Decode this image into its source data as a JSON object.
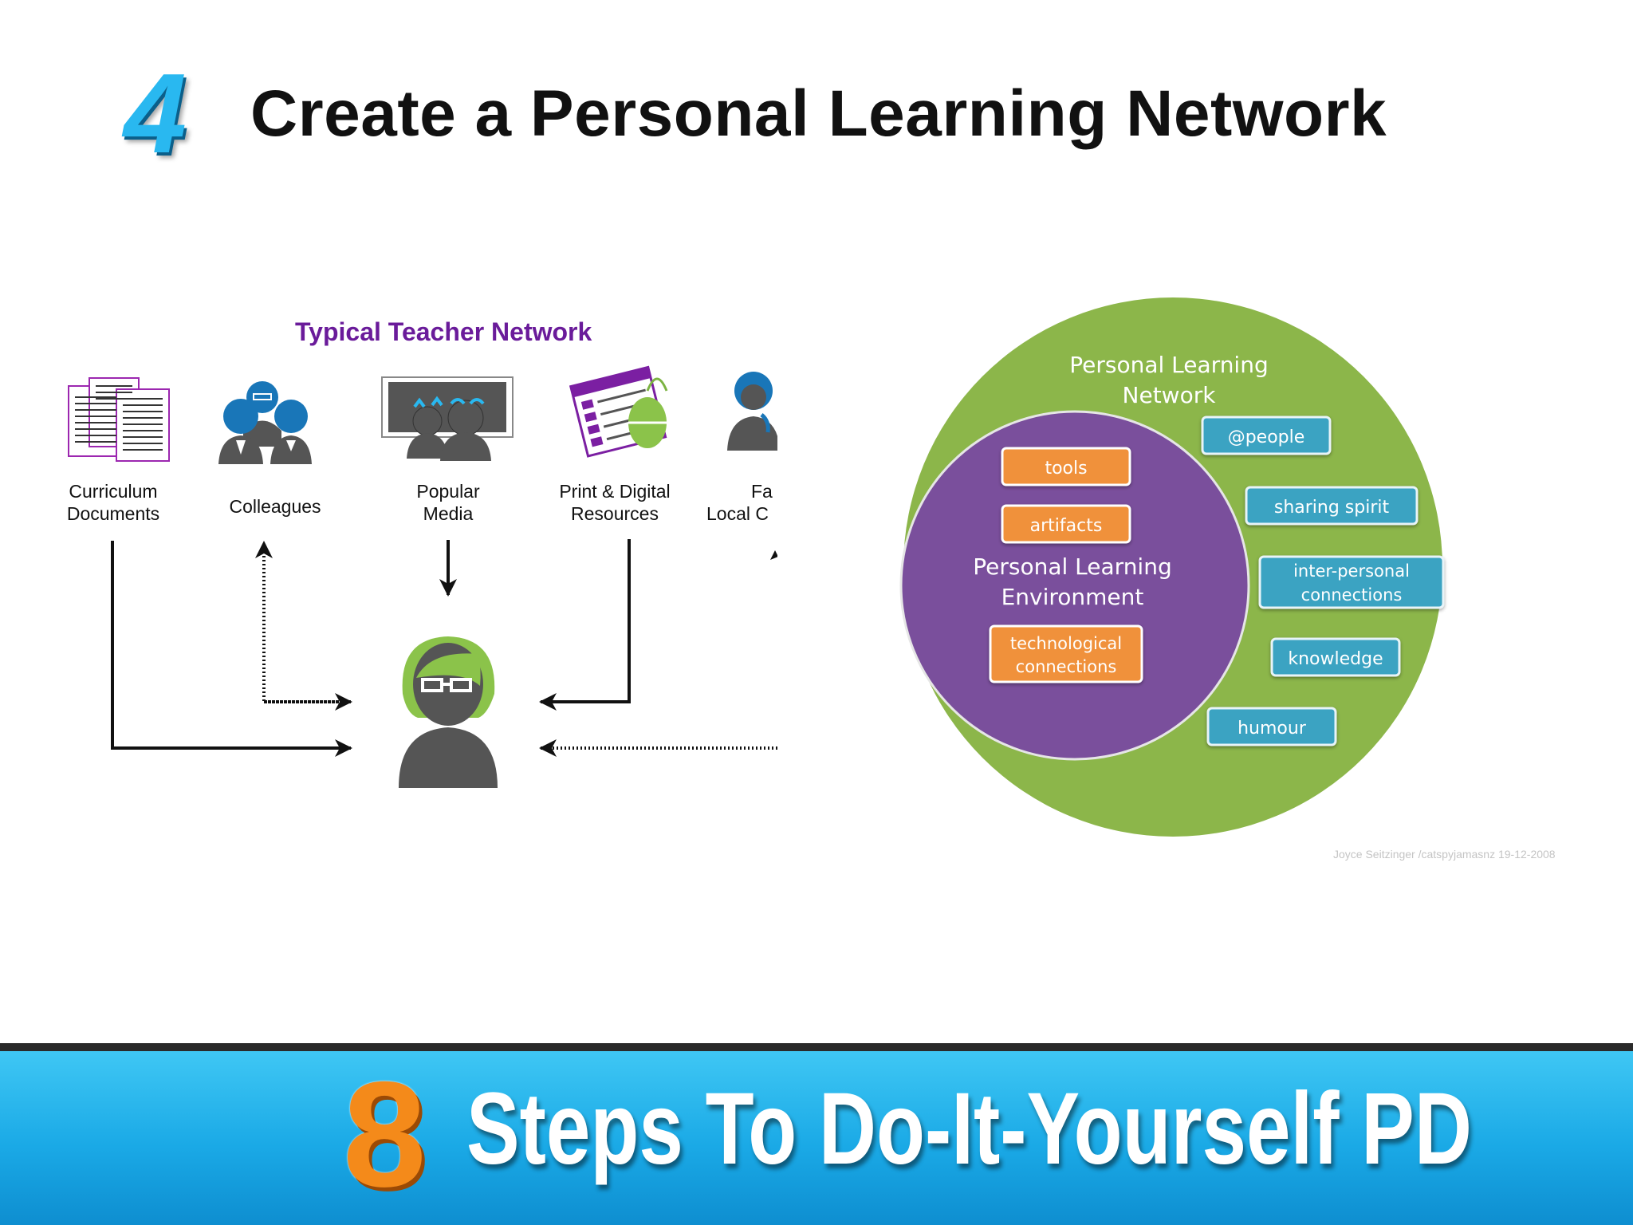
{
  "slide": {
    "step_number": "4",
    "title": "Create a Personal Learning Network"
  },
  "teacher_network": {
    "title": "Typical Teacher Network",
    "nodes": [
      {
        "label_line1": "Curriculum",
        "label_line2": "Documents",
        "icon": "documents-icon"
      },
      {
        "label_line1": "Colleagues",
        "label_line2": "",
        "icon": "colleagues-icon"
      },
      {
        "label_line1": "Popular",
        "label_line2": "Media",
        "icon": "popular-media-icon"
      },
      {
        "label_line1": "Print & Digital",
        "label_line2": "Resources",
        "icon": "print-digital-resources-icon"
      },
      {
        "label_line1": "Fa",
        "label_line2": "Local C",
        "icon": "family-community-icon"
      }
    ],
    "center_icon": "teacher-icon"
  },
  "venn": {
    "outer_label_line1": "Personal Learning",
    "outer_label_line2": "Network",
    "inner_label_line1": "Personal Learning",
    "inner_label_line2": "Environment",
    "inner_tags": [
      {
        "line1": "tools",
        "line2": ""
      },
      {
        "line1": "artifacts",
        "line2": ""
      },
      {
        "line1": "technological",
        "line2": "connections"
      }
    ],
    "outer_tags": [
      {
        "line1": "@people",
        "line2": ""
      },
      {
        "line1": "sharing spirit",
        "line2": ""
      },
      {
        "line1": "inter-personal",
        "line2": "connections"
      },
      {
        "line1": "knowledge",
        "line2": ""
      },
      {
        "line1": "humour",
        "line2": ""
      }
    ],
    "colors": {
      "outer": "#8cb64a",
      "inner": "#7a4f9c",
      "inner_tag": "#f0913a",
      "outer_tag": "#3aa3c2"
    },
    "credit": "Joyce Seitzinger /catspyjamasnz 19-12-2008"
  },
  "banner": {
    "number": "8",
    "text": "Steps To Do-It-Yourself PD"
  }
}
